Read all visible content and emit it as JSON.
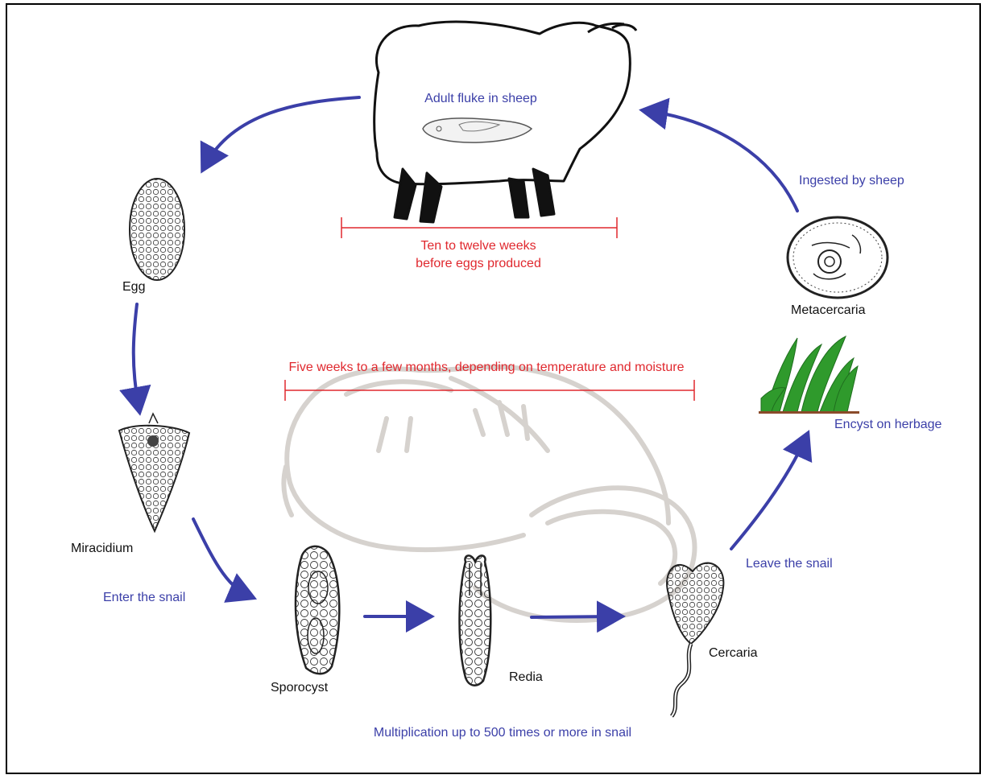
{
  "colors": {
    "arrow": "#3b3fa8",
    "timeline": "#e0282e",
    "label_blue": "#3b3fa8",
    "label_black": "#111111",
    "snail_outline": "#d4d0cc",
    "grass": "#2f9a2c"
  },
  "stages": {
    "adult": "Adult fluke in sheep",
    "egg": "Egg",
    "miracidium": "Miracidium",
    "sporocyst": "Sporocyst",
    "redia": "Redia",
    "cercaria": "Cercaria",
    "metacercaria": "Metacercaria"
  },
  "transitions": {
    "enter_snail": "Enter the snail",
    "multiplication": "Multiplication up to 500 times or more in snail",
    "leave_snail": "Leave the snail",
    "encyst": "Encyst on herbage",
    "ingested": "Ingested by sheep"
  },
  "timelines": {
    "sheep_line1": "Ten to twelve weeks",
    "sheep_line2": "before eggs produced",
    "snail": "Five weeks to a few months, depending on temperature and moisture"
  }
}
